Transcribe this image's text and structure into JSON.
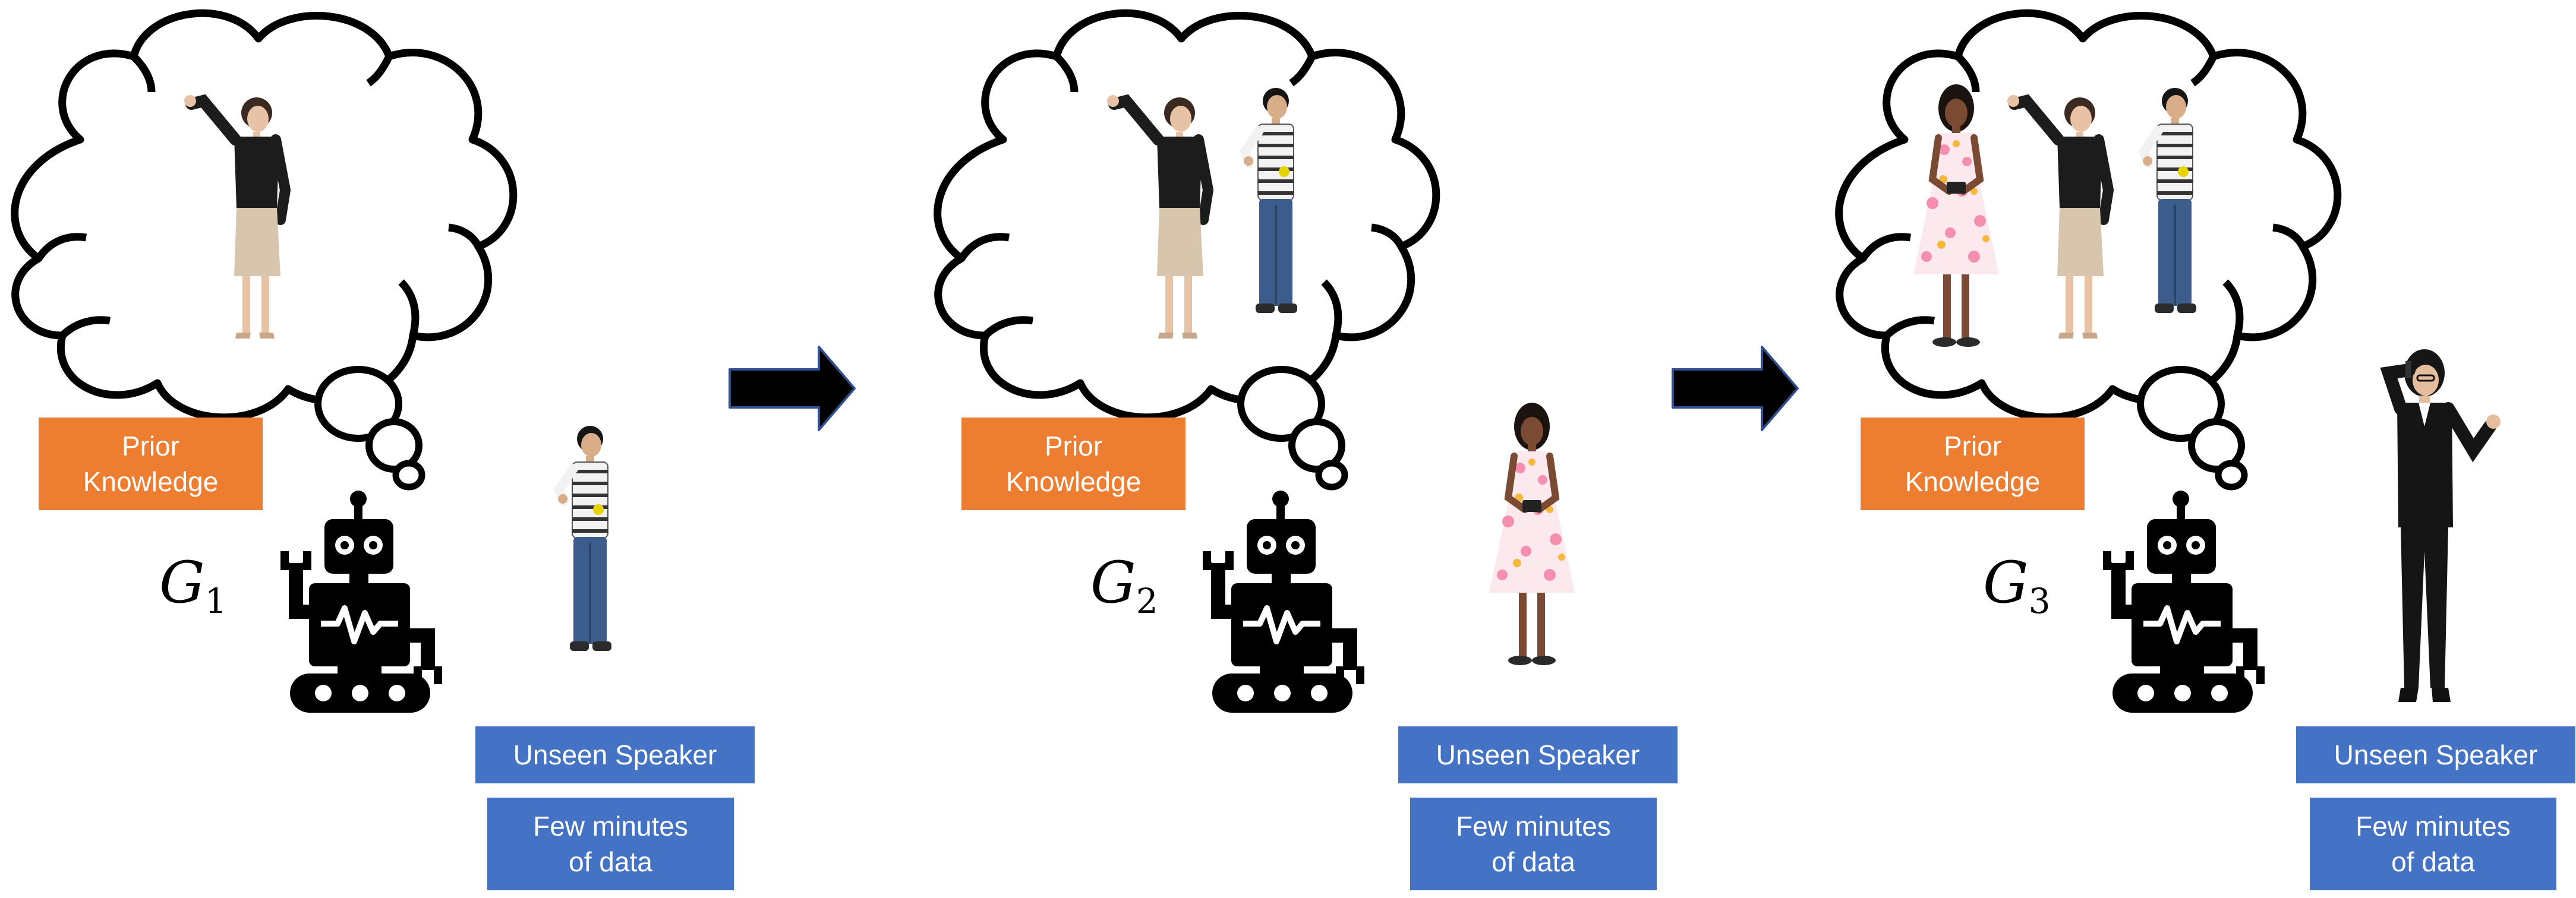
{
  "panels": [
    {
      "prior_knowledge": [
        "Prior",
        "Knowledge"
      ],
      "generator_symbol": "G",
      "generator_index": "1",
      "unseen_speaker": "Unseen Speaker",
      "few_minutes": [
        "Few minutes",
        "of data"
      ],
      "speakers_in_memory": [
        "woman-presenter"
      ],
      "new_speaker": "boy-striped-shirt"
    },
    {
      "prior_knowledge": [
        "Prior",
        "Knowledge"
      ],
      "generator_symbol": "G",
      "generator_index": "2",
      "unseen_speaker": "Unseen Speaker",
      "few_minutes": [
        "Few minutes",
        "of data"
      ],
      "speakers_in_memory": [
        "woman-presenter",
        "boy-striped-shirt"
      ],
      "new_speaker": "girl-floral-dress"
    },
    {
      "prior_knowledge": [
        "Prior",
        "Knowledge"
      ],
      "generator_symbol": "G",
      "generator_index": "3",
      "unseen_speaker": "Unseen Speaker",
      "few_minutes": [
        "Few minutes",
        "of data"
      ],
      "speakers_in_memory": [
        "girl-floral-dress",
        "woman-presenter",
        "boy-striped-shirt"
      ],
      "new_speaker": "woman-phone-suit"
    }
  ],
  "colors": {
    "prior_knowledge_box": "#ED7D31",
    "speaker_boxes": "#4472C4",
    "arrow": "#000000",
    "arrow_outline": "#2F4F8F"
  },
  "icons": [
    "thought-cloud-icon",
    "robot-icon",
    "right-arrow-icon"
  ]
}
